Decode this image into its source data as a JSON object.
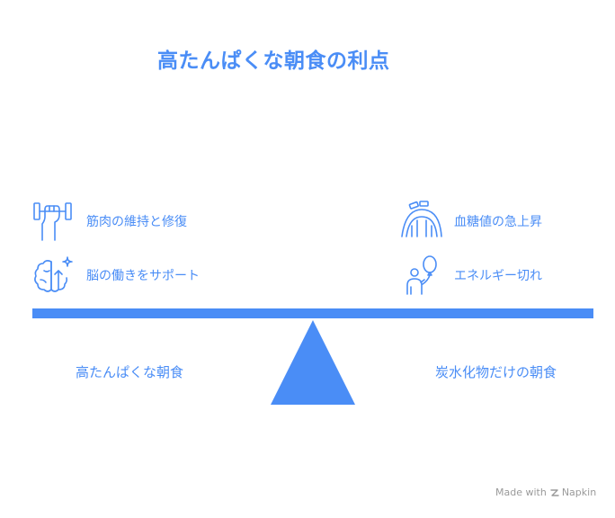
{
  "title": "高たんぱくな朝食の利点",
  "left_side": {
    "label": "高たんぱくな朝食",
    "items": [
      {
        "label": "筋肉の維持と修復",
        "icon": "dumbbell-hand-icon"
      },
      {
        "label": "脳の働きをサポート",
        "icon": "brain-sparkle-icon"
      }
    ]
  },
  "right_side": {
    "label": "炭水化物だけの朝食",
    "items": [
      {
        "label": "血糖値の急上昇",
        "icon": "roller-coaster-icon"
      },
      {
        "label": "エネルギー切れ",
        "icon": "person-balloon-icon"
      }
    ]
  },
  "credit": {
    "made_with": "Made with",
    "brand": "Napkin"
  },
  "colors": {
    "accent": "#4a8df6",
    "credit_text": "#9a9a9a",
    "background": "#ffffff"
  }
}
